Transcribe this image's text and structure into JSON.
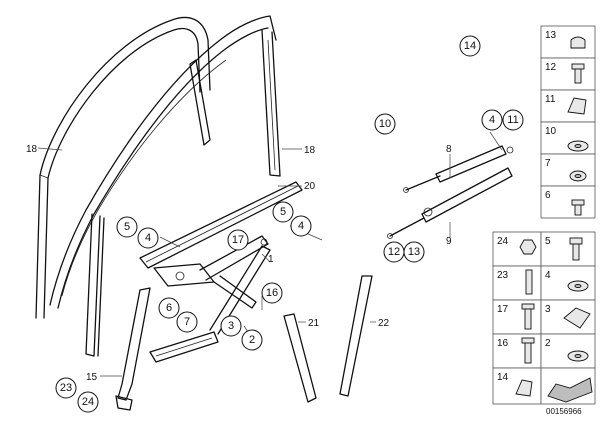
{
  "callouts": {
    "c14": "14",
    "c10": "10",
    "c4a": "4",
    "c11": "11",
    "c5a": "5",
    "c4b": "4",
    "c5b": "5",
    "c4c": "4",
    "c17": "17",
    "c12": "12",
    "c13": "13",
    "c16": "16",
    "c6": "6",
    "c7": "7",
    "c3": "3",
    "c2": "2",
    "c23": "23",
    "c24": "24"
  },
  "labels": {
    "l18a": "18",
    "l18b": "18",
    "l20": "20",
    "l8": "8",
    "l9": "9",
    "l1": "1",
    "l21": "21",
    "l22": "22",
    "l15": "15"
  },
  "hardware_table": {
    "right_column": [
      "13",
      "12",
      "11",
      "10",
      "7",
      "6"
    ],
    "left_grid": [
      [
        "24",
        "5"
      ],
      [
        "23",
        "4"
      ],
      [
        "17",
        "3"
      ],
      [
        "16",
        "2"
      ],
      [
        "14",
        ""
      ]
    ]
  },
  "diagram_code": "00156966"
}
